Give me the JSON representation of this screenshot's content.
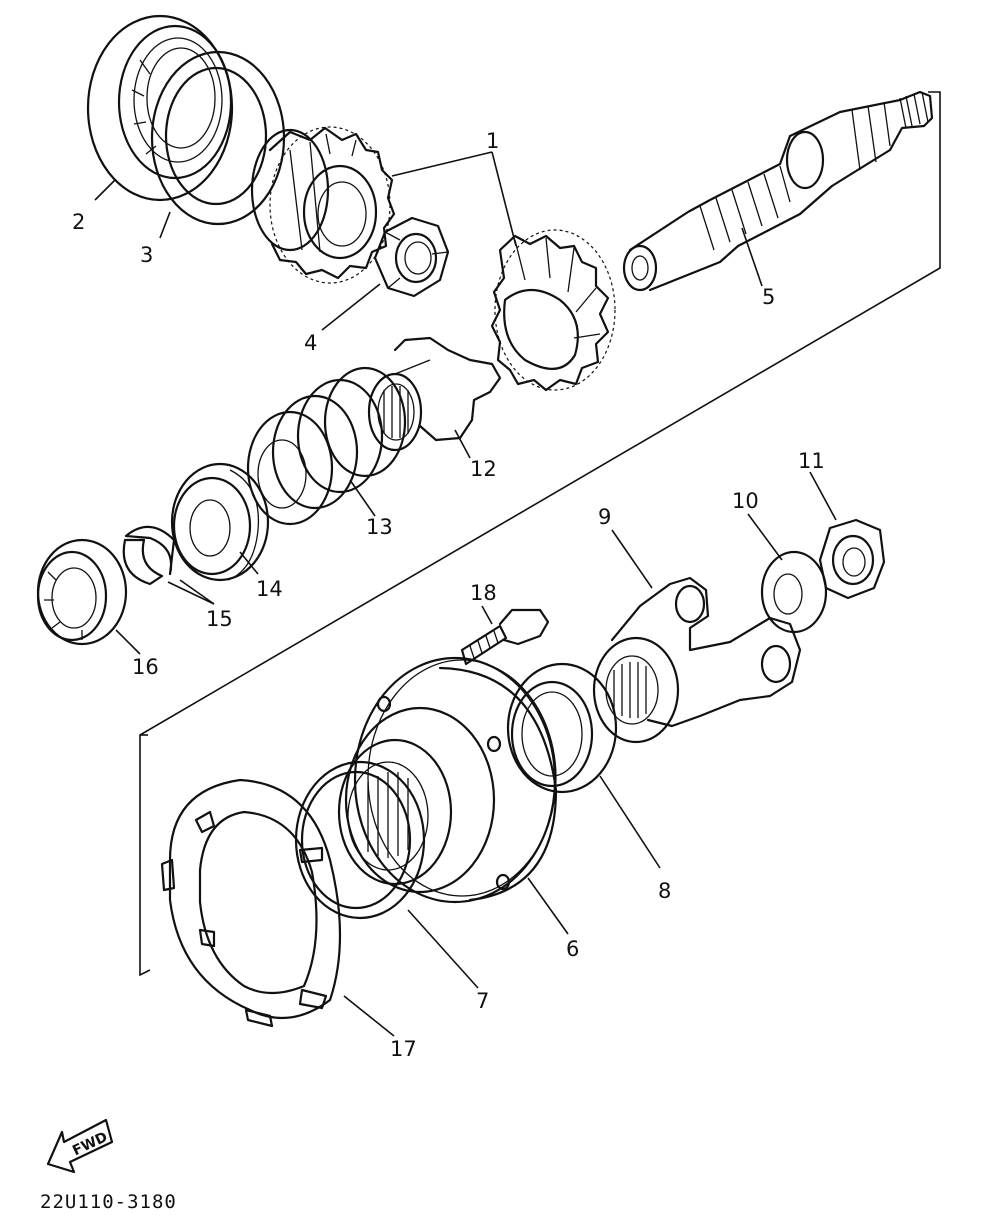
{
  "drawing_code": "22U110-3180",
  "fwd_label": "FWD",
  "part_numbers": [
    "1",
    "2",
    "3",
    "4",
    "5",
    "6",
    "7",
    "8",
    "9",
    "10",
    "11",
    "12",
    "13",
    "14",
    "15",
    "16",
    "17",
    "18"
  ]
}
